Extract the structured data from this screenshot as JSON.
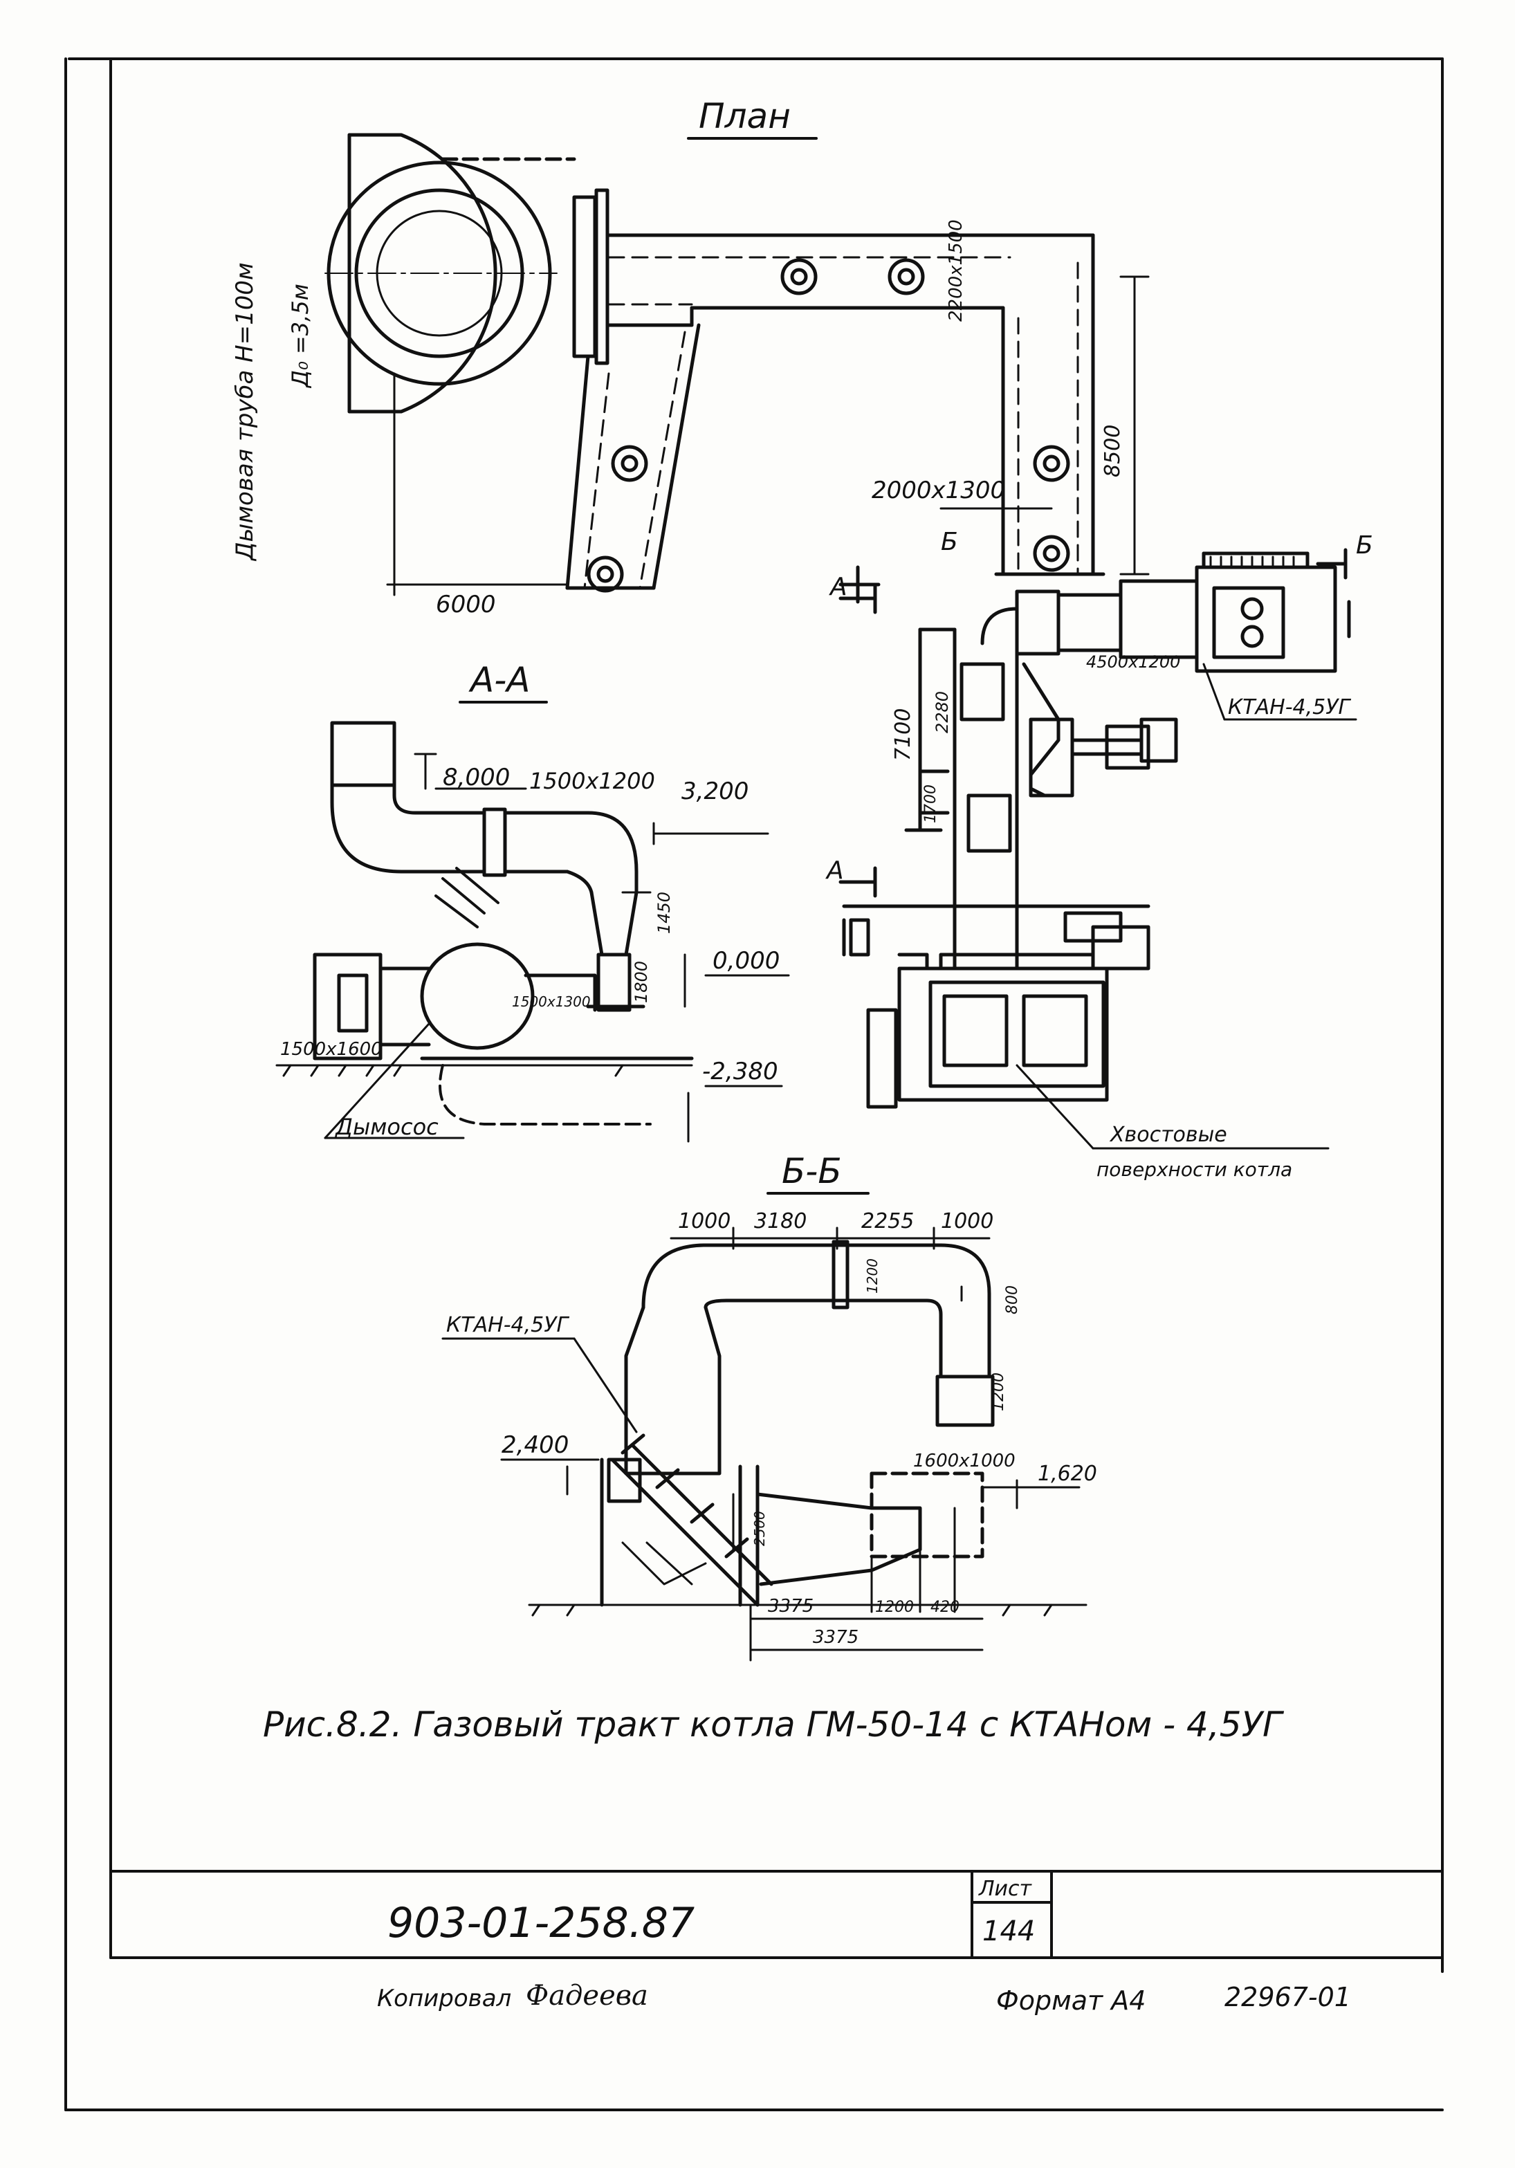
{
  "views": {
    "plan": {
      "title": "План",
      "chimney_label": "Дымовая труба Н=100м",
      "chimney_diameter": "Д₀ =3,5м",
      "dim_6000": "6000",
      "dim_duct_top": "2200x1500",
      "dim_8500": "8500",
      "dim_duct_main": "2000x1300",
      "dim_duct_ktan": "4500x1200",
      "ktan_label": "КТАН-4,5УГ",
      "cut_a": "А",
      "cut_b": "Б",
      "dim_7100": "7100",
      "dim_2280": "2280",
      "dim_1700": "1700",
      "tail_label_1": "Хвостовые",
      "tail_label_2": "поверхности котла"
    },
    "section_aa": {
      "title": "А-А",
      "level_8000": "8,000",
      "duct_size": "1500x1200",
      "level_3200": "3,200",
      "dim_1450": "1450",
      "dim_1800": "1800",
      "level_0000": "0,000",
      "inlet_size": "1500x1600",
      "fan_size": "1500x1300",
      "level_m2380": "-2,380",
      "fan_label": "Дымосос"
    },
    "section_bb": {
      "title": "Б-Б",
      "dim_1000a": "1000",
      "dim_3180": "3180",
      "dim_2255": "2255",
      "dim_1000b": "1000",
      "dim_1200a": "1200",
      "dim_800": "800",
      "dim_1200b": "1200",
      "ktan_label": "КТАН-4,5УГ",
      "level_2400": "2,400",
      "duct_size": "1600x1000",
      "level_1620": "1,620",
      "dim_2500": "2500",
      "dim_3375a": "3375",
      "dim_1200c": "1200",
      "dim_420": "420",
      "dim_3375b": "3375"
    }
  },
  "caption": "Рис.8.2. Газовый тракт котла ГМ-50-14 с КТАНом - 4,5УГ",
  "title_block": {
    "doc_number": "903-01-258.87",
    "sheet_label": "Лист",
    "sheet_number": "144"
  },
  "footer": {
    "copied_label": "Копировал",
    "copied_signature": "Фадеева",
    "format": "Формат А4",
    "code": "22967-01"
  }
}
